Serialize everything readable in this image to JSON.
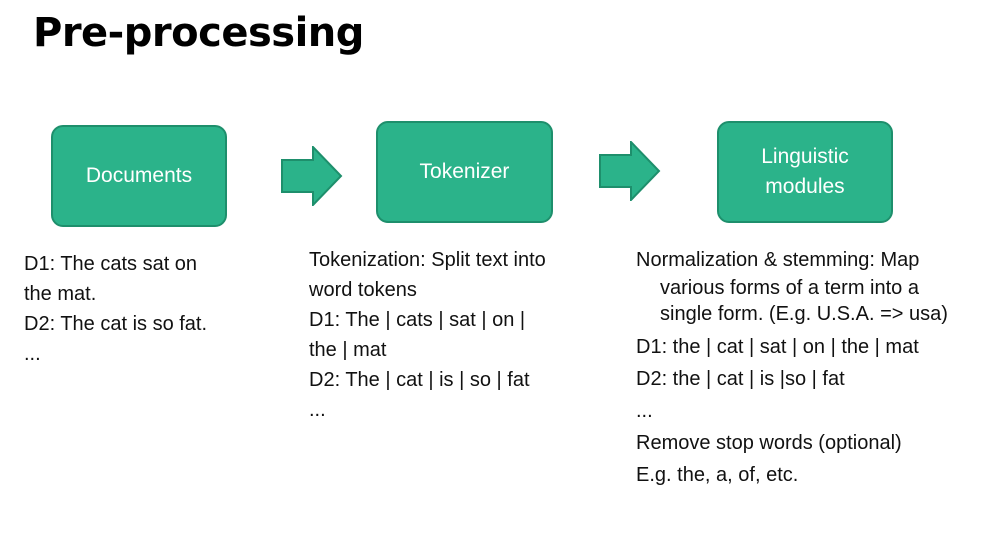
{
  "title": "Pre-processing",
  "boxes": {
    "documents": "Documents",
    "tokenizer": "Tokenizer",
    "linguistic_line1": "Linguistic",
    "linguistic_line2": "modules"
  },
  "col1": {
    "line1": "D1: The cats sat on",
    "line2": "the mat.",
    "line3": "D2: The cat is so fat.",
    "line4": "..."
  },
  "col2": {
    "line1": "Tokenization:  Split text into",
    "line2": "word tokens",
    "line3": "D1: The  |  cats  |  sat  |  on  |",
    "line4": "the  |  mat",
    "line5": "D2: The  |  cat  |  is  |  so  |  fat",
    "line6": "..."
  },
  "col3": {
    "line1": "Normalization & stemming: Map",
    "line2": "various forms of a term into a",
    "line3": "single form. (E.g. U.S.A. => usa)",
    "line4": "D1: the  |  cat  |  sat  |  on  |  the  |  mat",
    "line5": "D2: the  |  cat  |  is  |so  |  fat",
    "line6": "...",
    "line7": "Remove stop words (optional)",
    "line8": "E.g. the, a, of, etc."
  },
  "colors": {
    "box_fill": "#2bb38a",
    "box_border": "#1e8f6c",
    "arrow_fill": "#2bb38a"
  }
}
